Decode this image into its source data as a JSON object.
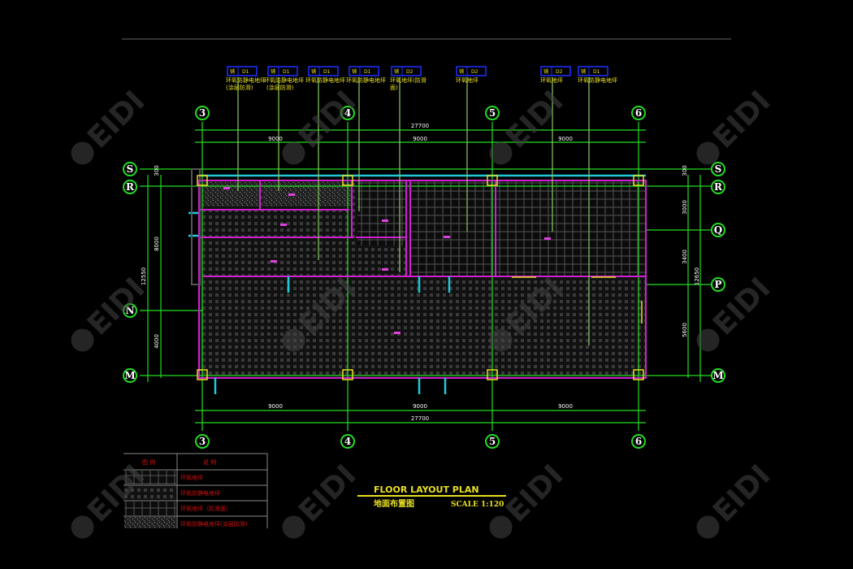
{
  "axes": {
    "columns": [
      "3",
      "4",
      "5",
      "6"
    ],
    "rows_left": [
      "S",
      "R",
      "N",
      "M"
    ],
    "rows_right": [
      "S",
      "R",
      "Q",
      "P",
      "M"
    ]
  },
  "dimensions": {
    "top_total": "27700",
    "top_spans": [
      "9000",
      "9000",
      "9000"
    ],
    "bottom_total": "27700",
    "bottom_spans": [
      "9000",
      "9000",
      "9000"
    ],
    "left": [
      "300",
      "8000",
      "4000"
    ],
    "left_total": "12550",
    "right": [
      "300",
      "3000",
      "3400",
      "5600"
    ],
    "right_total": "12650"
  },
  "labels": [
    {
      "tag": "铺",
      "code": "D1",
      "text": "环氧防静电地坪",
      "text2": "(涂层防滑)"
    },
    {
      "tag": "铺",
      "code": "D1",
      "text": "环氧防静电地坪",
      "text2": "(涂层防滑)"
    },
    {
      "tag": "铺",
      "code": "D1",
      "text": "环氧防静电地坪",
      "text2": ""
    },
    {
      "tag": "铺",
      "code": "D1",
      "text": "环氧防静电地坪",
      "text2": ""
    },
    {
      "tag": "铺",
      "code": "D2",
      "text": "环氧地坪(防滑",
      "text2": "面)"
    },
    {
      "tag": "铺",
      "code": "D2",
      "text": "环氧地坪",
      "text2": ""
    },
    {
      "tag": "铺",
      "code": "D2",
      "text": "环氧地坪",
      "text2": ""
    },
    {
      "tag": "铺",
      "code": "D1",
      "text": "环氧防静电地坪",
      "text2": ""
    }
  ],
  "legend": {
    "header_symbol": "图 例",
    "header_desc": "说 明",
    "rows": [
      "环氧地坪",
      "环氧防静电地坪",
      "环氧地坪（防滑面）",
      "环氧防静电地坪(涂层防滑)"
    ]
  },
  "title": {
    "en": "FLOOR LAYOUT PLAN",
    "cn": "地面布置图",
    "scale": "SCALE 1:120"
  },
  "watermark": "EIDI",
  "colors": {
    "grid": "#22dd22",
    "wall": "#d020d0",
    "glass": "#20c8d8",
    "text": "#e8e020"
  }
}
